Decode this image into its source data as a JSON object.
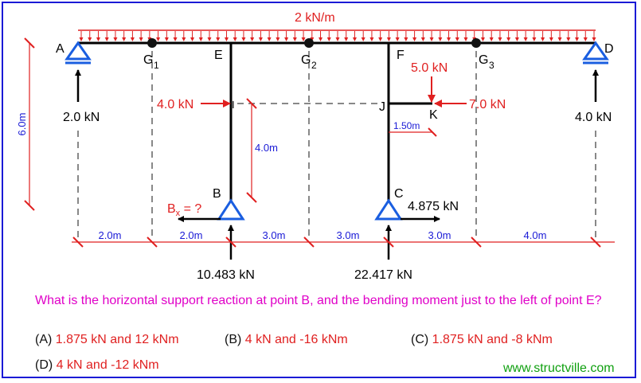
{
  "load": {
    "udl": "2 kN/m"
  },
  "points": {
    "A": "A",
    "D": "D",
    "E": "E",
    "F": "F",
    "B": "B",
    "C": "C",
    "G1": "G",
    "G1_sub": "1",
    "G2": "G",
    "G2_sub": "2",
    "G3": "G",
    "G3_sub": "3",
    "I": "I",
    "J": "J",
    "K": "K"
  },
  "reactions": {
    "A_vertical": "2.0 kN",
    "D_vertical": "4.0 kN",
    "B_vertical": "10.483 kN",
    "C_vertical": "22.417 kN",
    "C_horizontal": "4.875 kN",
    "B_horizontal": "B",
    "B_horizontal_sub": "x",
    "B_horizontal_query": " = ?"
  },
  "applied_loads": {
    "at_I": "4.0 kN",
    "at_K_vertical": "5.0 kN",
    "at_K_horizontal": "7.0 kN"
  },
  "dimensions": {
    "height": "6.0m",
    "column_upper": "4.0m",
    "arm": "1.50m",
    "spans": [
      "2.0m",
      "2.0m",
      "3.0m",
      "3.0m",
      "3.0m",
      "4.0m"
    ]
  },
  "question": {
    "text": "What is the horizontal support reaction at point B, and the bending moment just to the left of point E?",
    "options": [
      {
        "letter": "(A)",
        "value": "1.875 kN and 12 kNm"
      },
      {
        "letter": "(B)",
        "value": "4 kN and -16 kNm"
      },
      {
        "letter": "(C)",
        "value": "1.875 kN and -8 kNm"
      },
      {
        "letter": "(D)",
        "value": "4 kN and -12 kNm"
      }
    ]
  },
  "footer": {
    "website": "www.structville.com"
  },
  "colors": {
    "structure": "#000000",
    "support": "#1a5ee0",
    "load": "#e02020",
    "dimension": "#1a1ad6",
    "question": "#e000c8",
    "website": "#10a010"
  }
}
